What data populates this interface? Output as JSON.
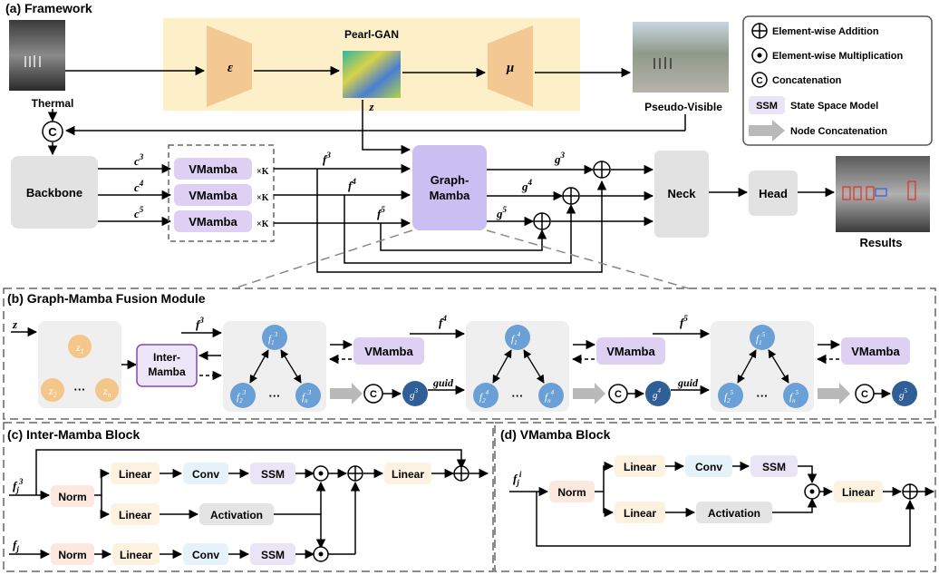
{
  "section_a": {
    "title": "(a) Framework"
  },
  "section_b": {
    "title": "(b) Graph-Mamba Fusion Module"
  },
  "section_c": {
    "title": "(c) Inter-Mamba Block"
  },
  "section_d": {
    "title": "(d) VMamba Block"
  },
  "framework": {
    "thermal": "Thermal",
    "pearl_gan": "Pearl-GAN",
    "encoder": "ε",
    "decoder": "μ",
    "z": "z",
    "pseudo_visible": "Pseudo-Visible",
    "concat": "C",
    "backbone": "Backbone",
    "vmamba": "VMamba",
    "times_k": "×K",
    "graph_mamba": "Graph-Mamba",
    "neck": "Neck",
    "head": "Head",
    "results": "Results",
    "c3": "c",
    "c3_sup": "3",
    "c4": "c",
    "c4_sup": "4",
    "c5": "c",
    "c5_sup": "5",
    "f": "f",
    "g": "g",
    "sup3": "3",
    "sup4": "4",
    "sup5": "5"
  },
  "legend": {
    "add": "Element-wise Addition",
    "mul": "Element-wise Multiplication",
    "concat": "Concatenation",
    "ssm_box": "SSM",
    "ssm": "State Space Model",
    "node_concat": "Node Concatenation"
  },
  "fusion": {
    "z": "z",
    "z1": "z",
    "z1_sub": "1",
    "z2": "z",
    "z2_sub": "2",
    "zn": "z",
    "zn_sub": "n",
    "dots": "···",
    "inter_mamba": "Inter-Mamba",
    "vmamba": "VMamba",
    "guid": "guid",
    "concat": "C",
    "f3": "f",
    "f4": "f",
    "f5": "f",
    "g": "g",
    "sub1": "1",
    "sub2": "2",
    "subn": "n",
    "sup3": "3",
    "sup4": "4",
    "sup5": "5"
  },
  "inter_block": {
    "fj3": "f",
    "fj3_sub": "j",
    "fj3_sup": "3",
    "fj": "f",
    "fj_sub": "j",
    "norm": "Norm",
    "linear": "Linear",
    "conv": "Conv",
    "ssm": "SSM",
    "activation": "Activation"
  },
  "vmamba_block": {
    "fji": "f",
    "fji_sub": "j",
    "fji_sup": "i",
    "norm": "Norm",
    "linear": "Linear",
    "conv": "Conv",
    "ssm": "SSM",
    "activation": "Activation"
  },
  "colors": {
    "pearl_bg": "#fdf0c8",
    "trapezoid": "#f3c893",
    "vmamba": "#ddd0f2",
    "graph_mamba": "#c9bff2",
    "gray_box": "#e2e2e2",
    "node_light": "#6aa0d6",
    "node_dark": "#2f5f96",
    "linear_box": "#fdf1e0",
    "conv_box": "#e6f2fa",
    "ssm_box": "#e9e4f6",
    "norm_box": "#fde8e0",
    "act_box": "#e4e4e4"
  }
}
